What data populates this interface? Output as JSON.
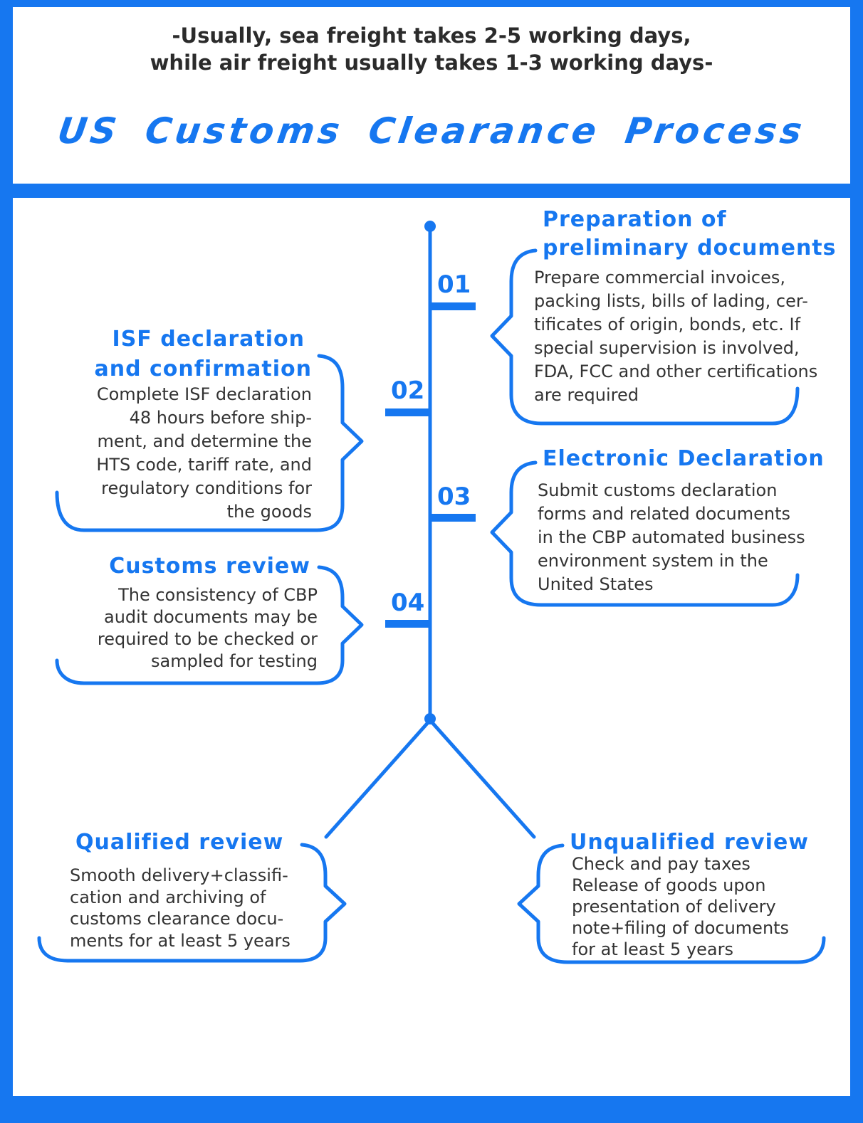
{
  "header": {
    "subtitle_line1": "-Usually, sea freight takes 2-5 working days,",
    "subtitle_line2": "while air freight usually takes 1-3 working days-",
    "title": "US Customs Clearance Process"
  },
  "steps": [
    {
      "number": "01",
      "heading_line1": "Preparation of",
      "heading_line2": "preliminary documents",
      "lines": [
        "Prepare commercial invoices,",
        "packing lists, bills of lading, cer-",
        "tificates of origin, bonds, etc. If",
        "special supervision is involved,",
        "FDA, FCC and other certifications",
        "are required"
      ]
    },
    {
      "number": "02",
      "heading_line1": "ISF declaration",
      "heading_line2": "and confirmation",
      "lines": [
        "Complete ISF declaration",
        "48 hours before ship-",
        "ment, and determine the",
        "HTS code, tariff rate, and",
        "regulatory conditions for",
        "the goods"
      ]
    },
    {
      "number": "03",
      "heading_line1": "Electronic Declaration",
      "lines": [
        "Submit customs declaration",
        "forms and related documents",
        "in the CBP automated business",
        "environment system in the",
        "United States"
      ]
    },
    {
      "number": "04",
      "heading_line1": "Customs review",
      "lines": [
        "The consistency of CBP",
        "audit documents may be",
        "required to be checked or",
        "sampled for testing"
      ]
    }
  ],
  "outcomes": {
    "qualified": {
      "heading": "Qualified review",
      "lines": [
        "Smooth delivery+classifi-",
        "cation and archiving of",
        "customs clearance docu-",
        "ments for at least 5 years"
      ]
    },
    "unqualified": {
      "heading": "Unqualified review",
      "lines": [
        "Check and pay taxes",
        "Release of goods upon",
        "presentation of delivery",
        "note+filing of documents",
        "for at least 5 years"
      ]
    }
  },
  "colors": {
    "accent": "#1677f0",
    "text": "#333333",
    "background": "#ffffff"
  }
}
